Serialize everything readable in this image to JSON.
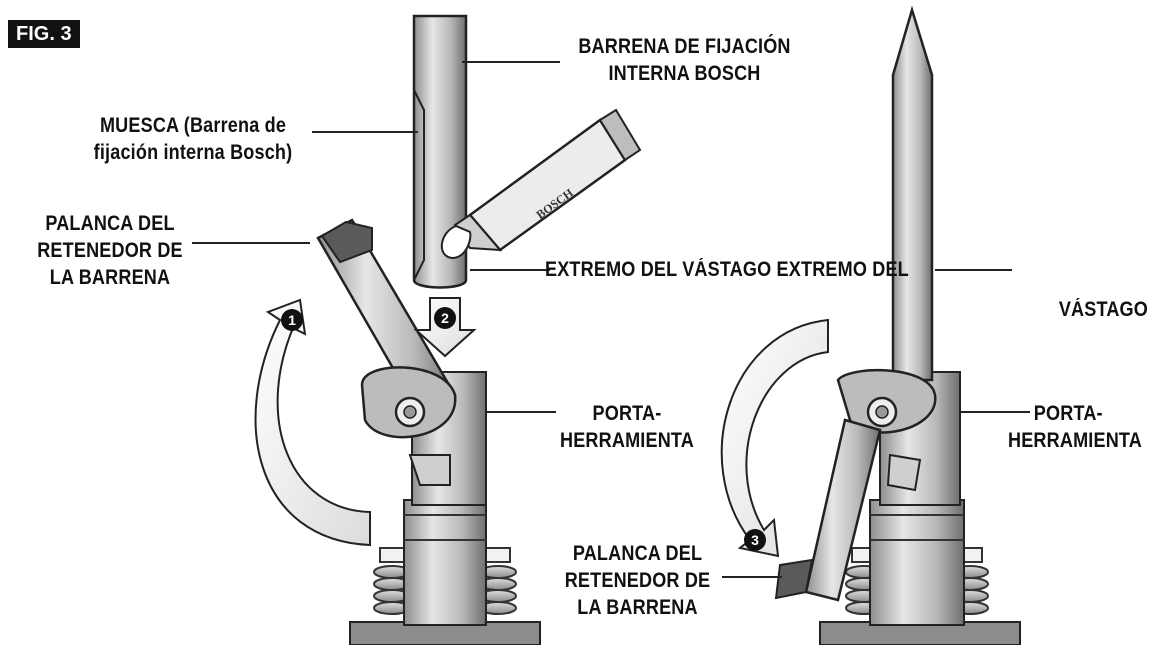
{
  "figure": {
    "badge": "FIG. 3",
    "colors": {
      "ink": "#111111",
      "metal_light": "#dcdcdc",
      "metal_mid": "#a9a9a9",
      "metal_dark": "#555555"
    }
  },
  "labels": {
    "barrena_fijacion": [
      "BARRENA DE FIJACIÓN",
      "INTERNA BOSCH"
    ],
    "muesca": [
      "MUESCA (Barrena de",
      "fijación interna Bosch)"
    ],
    "palanca_left": [
      "PALANCA DEL",
      "RETENEDOR DE",
      "LA BARRENA"
    ],
    "extremo_vastago": "EXTREMO DEL VÁSTAGO EXTREMO DEL",
    "vastago": "VÁSTAGO",
    "porta_left": [
      "PORTA-",
      "HERRAMIENTA"
    ],
    "porta_right": [
      "PORTA-",
      "HERRAMIENTA"
    ],
    "palanca_right": [
      "PALANCA DEL",
      "RETENEDOR DE",
      "LA BARRENA"
    ],
    "tube_brand": "BOSCH"
  },
  "steps": [
    "1",
    "2",
    "3"
  ]
}
